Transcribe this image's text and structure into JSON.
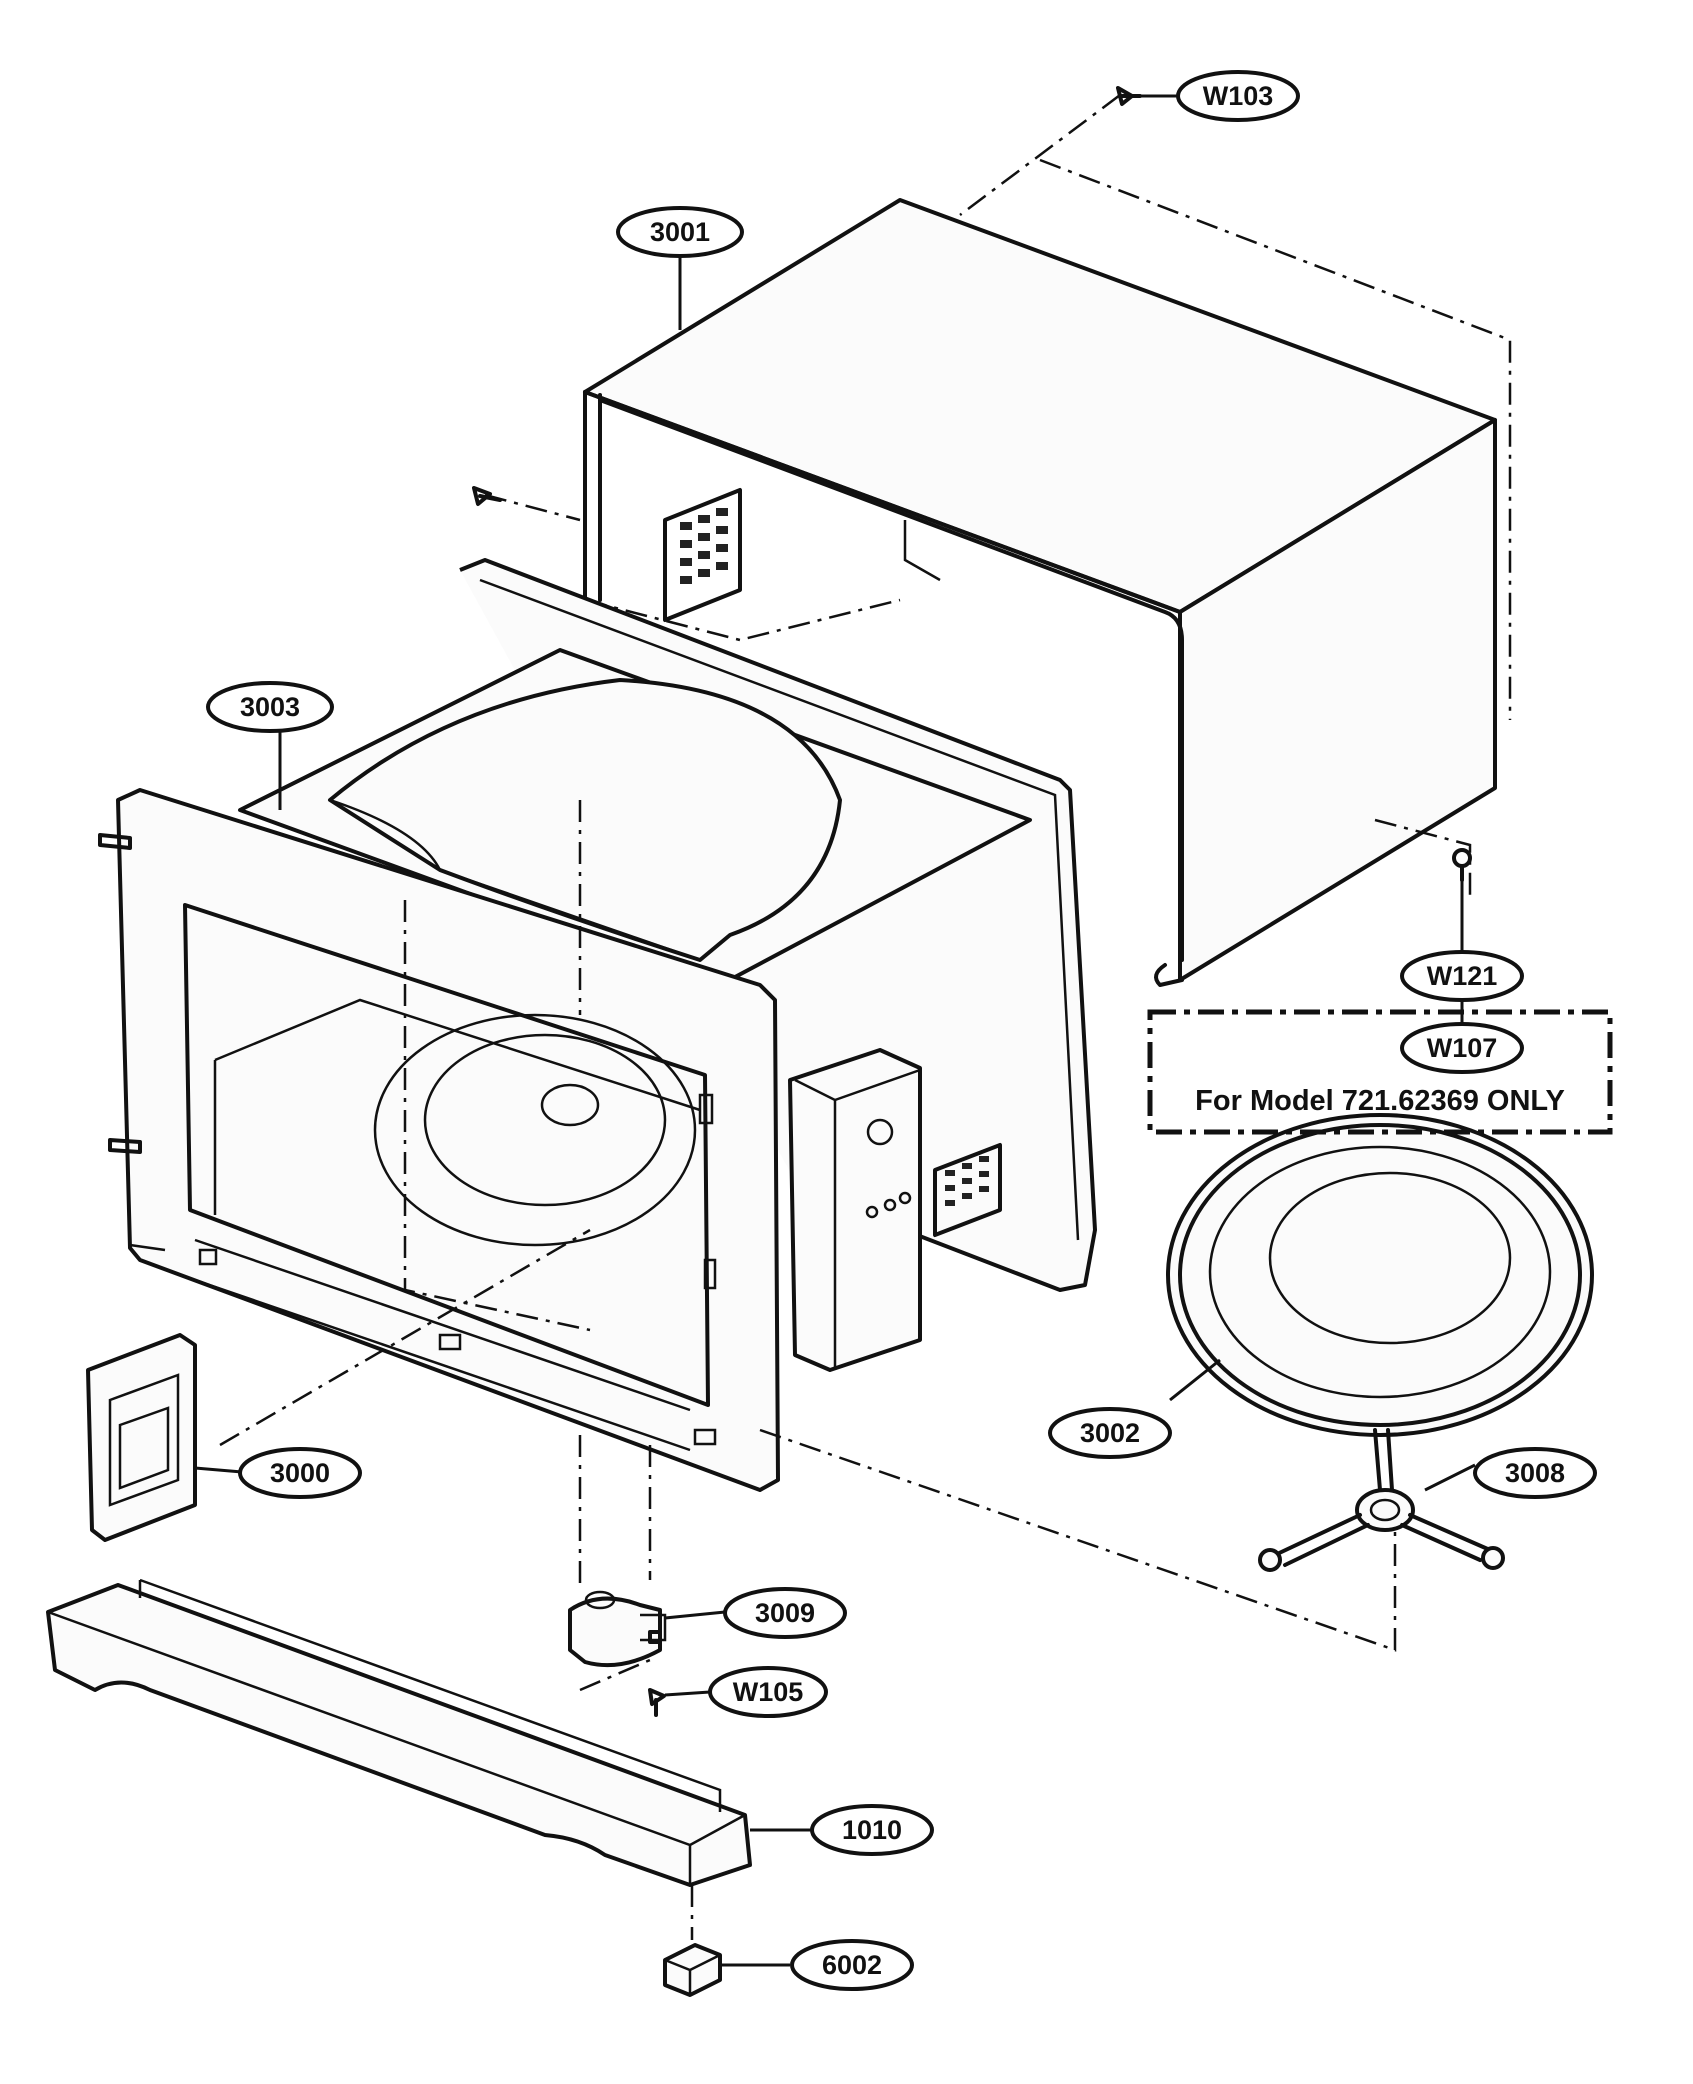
{
  "callouts": {
    "w103": "W103",
    "p3001": "3001",
    "p3003": "3003",
    "w121": "W121",
    "w107": "W107",
    "p3002": "3002",
    "p3008": "3008",
    "p3000": "3000",
    "p3009": "3009",
    "w105": "W105",
    "p1010": "1010",
    "p6002": "6002"
  },
  "note": {
    "text": "For Model 721.62369 ONLY"
  }
}
